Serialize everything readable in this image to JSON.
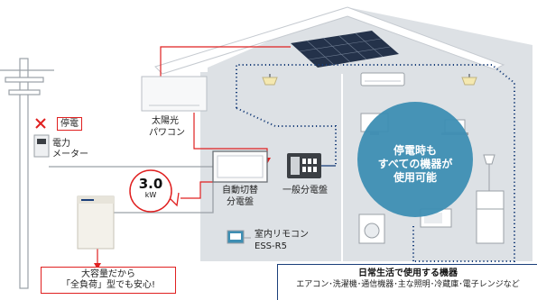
{
  "labels": {
    "outage": "停電",
    "meter_line1": "電力",
    "meter_line2": "メーター",
    "pv_line1": "太陽光",
    "pv_line2": "パワコン",
    "auto_line1": "自動切替",
    "auto_line2": "分電盤",
    "general_panel": "一般分電盤",
    "remote_line1": "室内リモコン",
    "remote_line2": "ESS-R5",
    "capacity_value": "3.0",
    "capacity_unit": "kW",
    "capacity_line1": "大容量だから",
    "capacity_line2": "「全負荷」型でも安心!",
    "circle_line1": "停電時も",
    "circle_line2": "すべての機器が",
    "circle_line3": "使用可能",
    "daily_title": "日常生活で使用する機器",
    "daily_items": "エアコン･洗濯機･通信機器･主な照明･冷蔵庫･電子レンジなど"
  },
  "colors": {
    "house": "#dde1e5",
    "house_outline": "#c5cad0",
    "red_wire": "#e02020",
    "gray_wire": "#9aa0a6",
    "blue_dotted": "#1a3f7a",
    "circle": "#3d8eb3",
    "panel_dark": "#3b3f44"
  },
  "icons": [
    "utility-pole-icon",
    "solar-panel-icon",
    "air-conditioner-icon",
    "ceiling-light-icon",
    "monitor-icon",
    "laptop-icon",
    "lamp-icon",
    "washing-machine-icon",
    "refrigerator-icon",
    "microwave-icon",
    "battery-unit-icon",
    "remote-controller-icon",
    "x-mark-icon"
  ]
}
